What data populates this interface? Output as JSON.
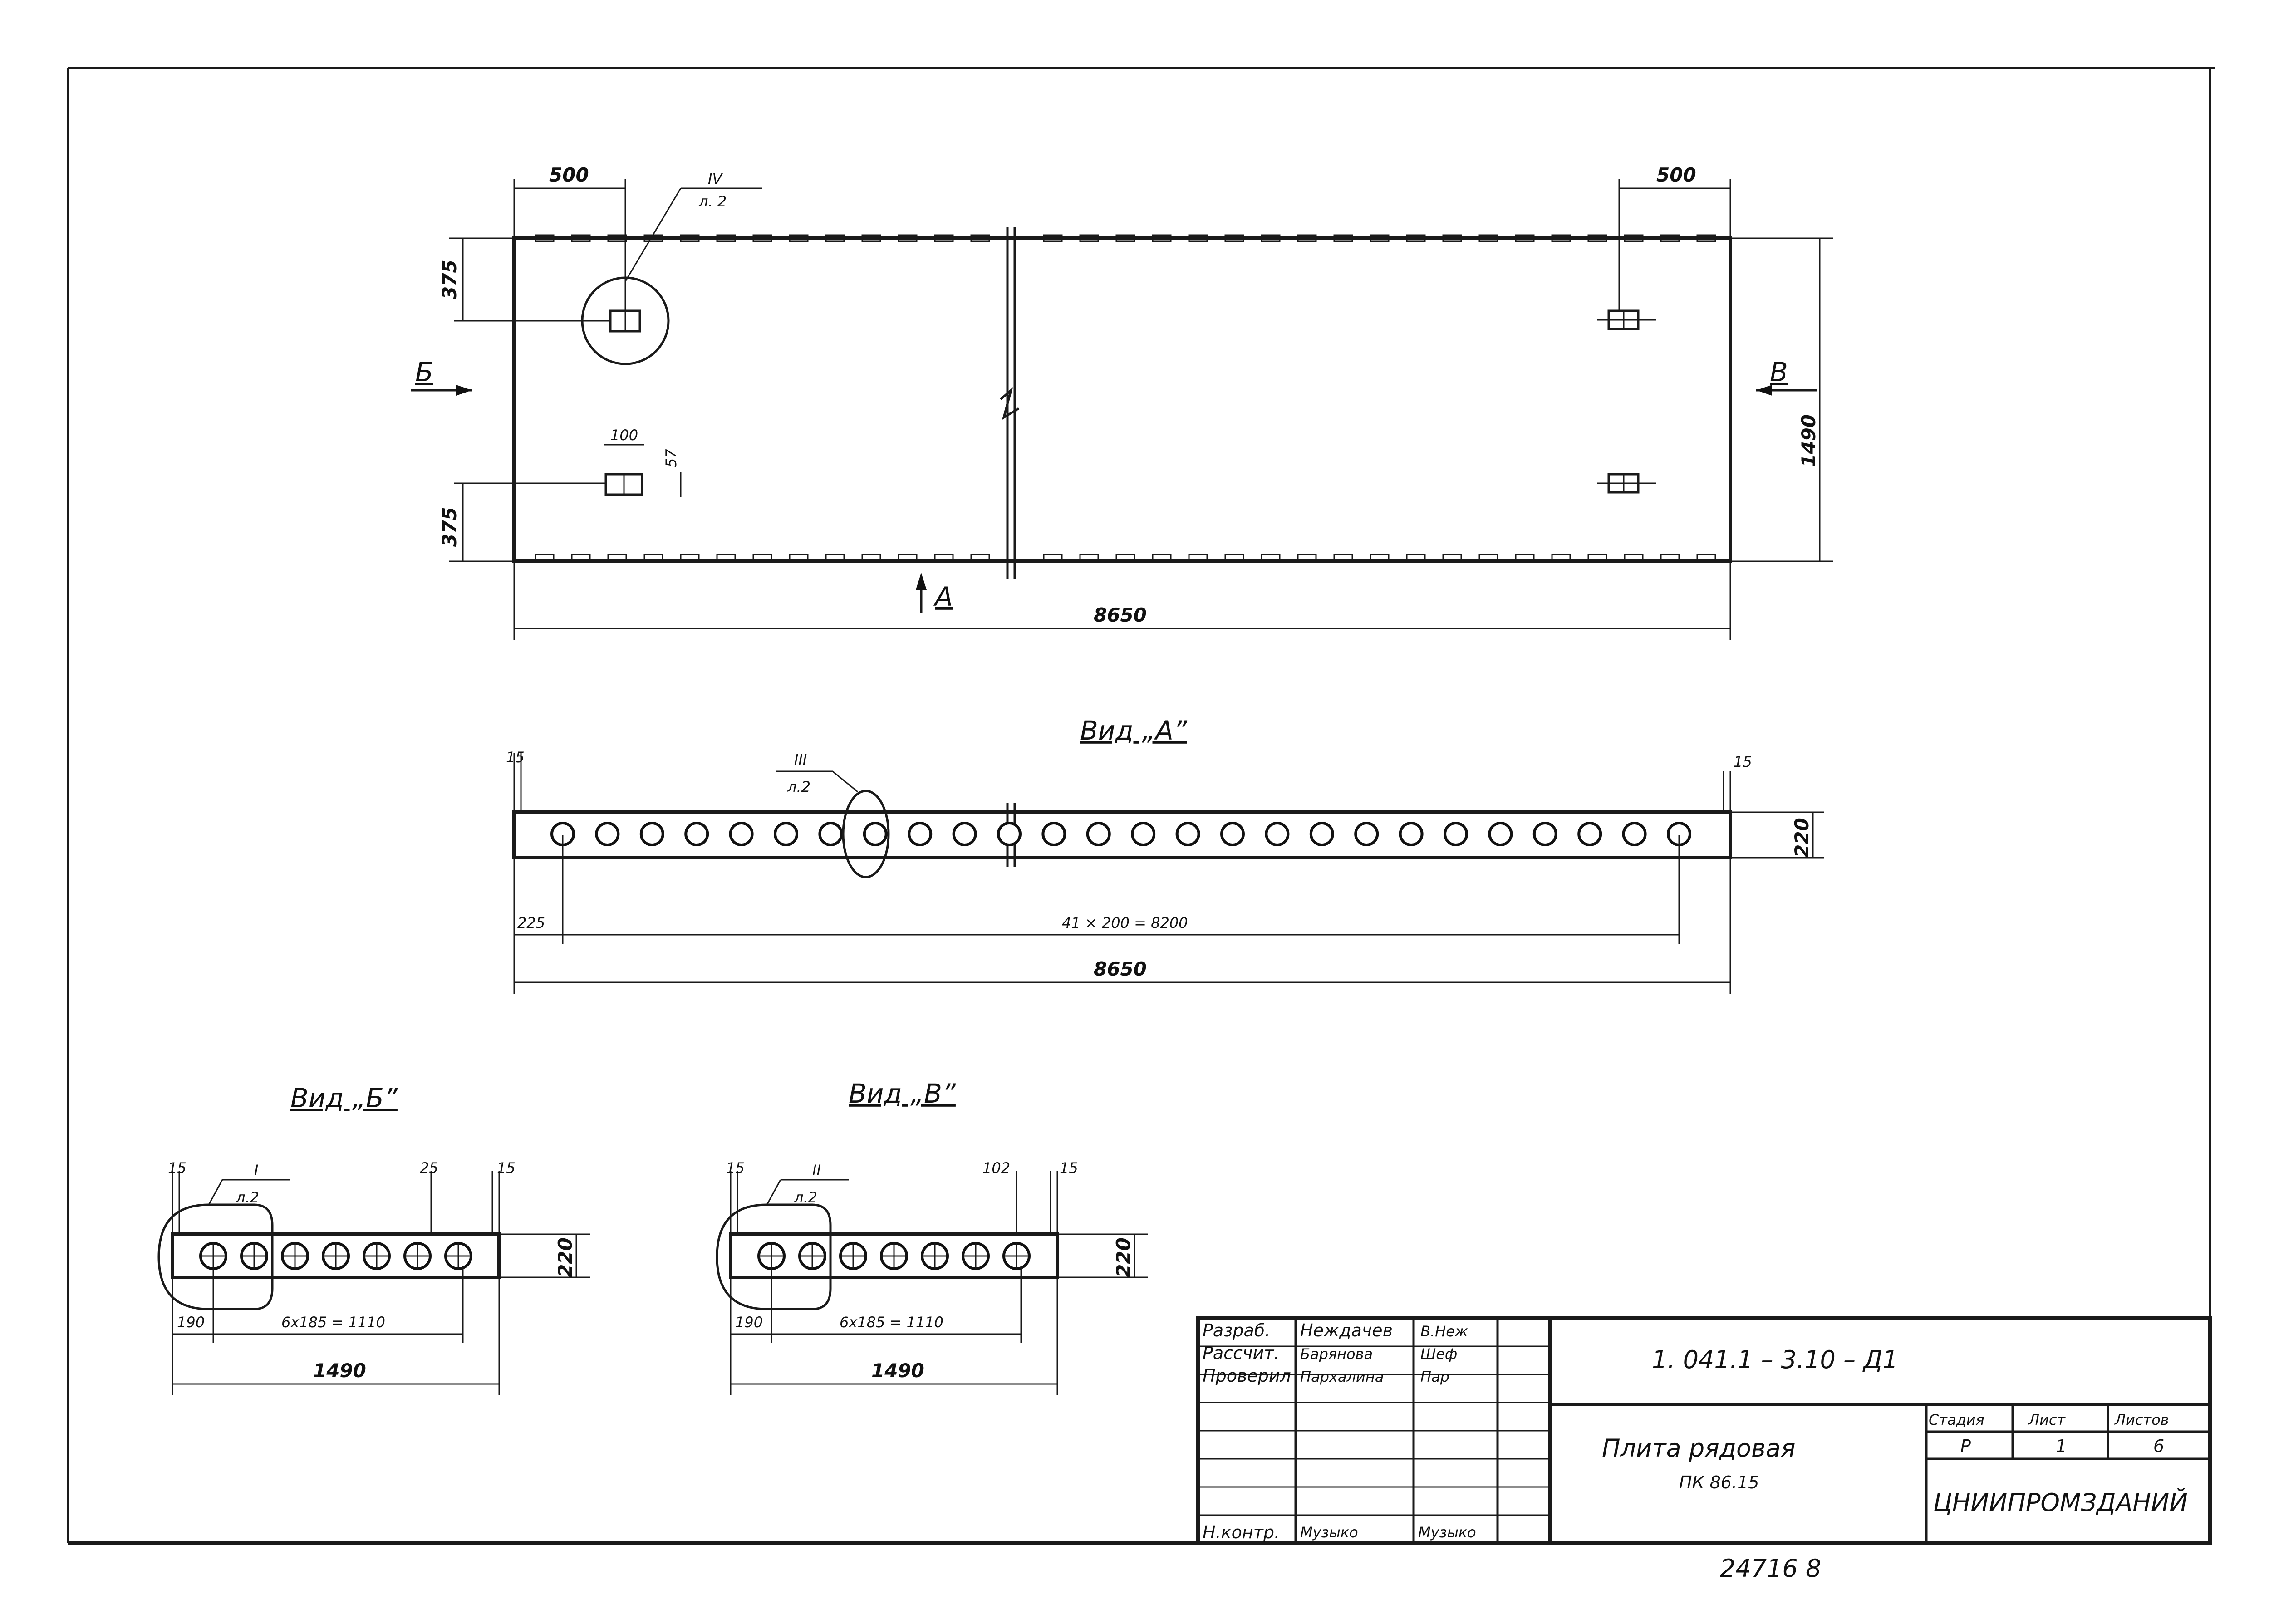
{
  "plan": {
    "dim_top_left": "500",
    "dim_top_right": "500",
    "callout_iv_top": "IV",
    "callout_iv_bottom": "л. 2",
    "dim_left_top": "375",
    "dim_left_bottom": "375",
    "dim_height": "1490",
    "dim_small_a": "100",
    "dim_small_b": "57",
    "arrow_b": "Б",
    "arrow_v": "В",
    "arrow_a": "А",
    "dim_length": "8650"
  },
  "view_a": {
    "title": "Вид „А”",
    "dim_left_edge": "15",
    "dim_right_edge": "15",
    "callout_top": "III",
    "callout_bottom": "л.2",
    "dim_height": "220",
    "dim_offset": "225",
    "dim_spacing": "41 × 200 = 8200",
    "dim_length": "8650",
    "hole_count": 26
  },
  "view_b": {
    "title": "Вид „Б”",
    "dim_left_edge": "15",
    "dim_right_edge": "15",
    "dim_inner": "25",
    "callout_top": "I",
    "callout_bottom": "л.2",
    "dim_height": "220",
    "dim_offset": "190",
    "dim_spacing": "6х185 = 1110",
    "dim_width": "1490"
  },
  "view_v": {
    "title": "Вид „В”",
    "dim_left_edge": "15",
    "dim_right_edge": "15",
    "dim_inner": "102",
    "callout_top": "II",
    "callout_bottom": "л.2",
    "dim_height": "220",
    "dim_offset": "190",
    "dim_spacing": "6х185 = 1110",
    "dim_width": "1490"
  },
  "title_block": {
    "row1_role": "Разраб.",
    "row1_name": "Неждачев",
    "row1_sign": "В.Неж",
    "row2_role": "Рассчит.",
    "row2_name": "Барянова",
    "row2_sign": "Шеф",
    "row3_role": "Проверил",
    "row3_name": "Пархалина",
    "row3_sign": "Пар",
    "row8_role": "Н.контр.",
    "row8_name": "Музыко",
    "row8_sign": "Музыко",
    "doc_code": "1. 041.1 – 3.10 – Д1",
    "product_name": "Плита рядовая",
    "product_code": "ПК 86.15",
    "stage_label": "Стадия",
    "sheet_label": "Лист",
    "sheets_label": "Листов",
    "stage_value": "Р",
    "sheet_value": "1",
    "sheets_value": "6",
    "organization": "ЦНИИПРОМЗДАНИЙ",
    "archive_number": "24716  8"
  }
}
